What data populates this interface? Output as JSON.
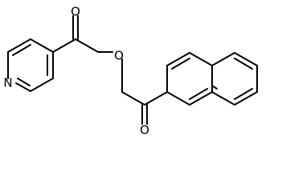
{
  "structure": {
    "atom_labels": [
      {
        "id": "o-carbonyl-ester",
        "text": "O"
      },
      {
        "id": "o-ester",
        "text": "O"
      },
      {
        "id": "n-pyridine",
        "text": "N"
      },
      {
        "id": "o-ketone",
        "text": "O"
      }
    ]
  }
}
